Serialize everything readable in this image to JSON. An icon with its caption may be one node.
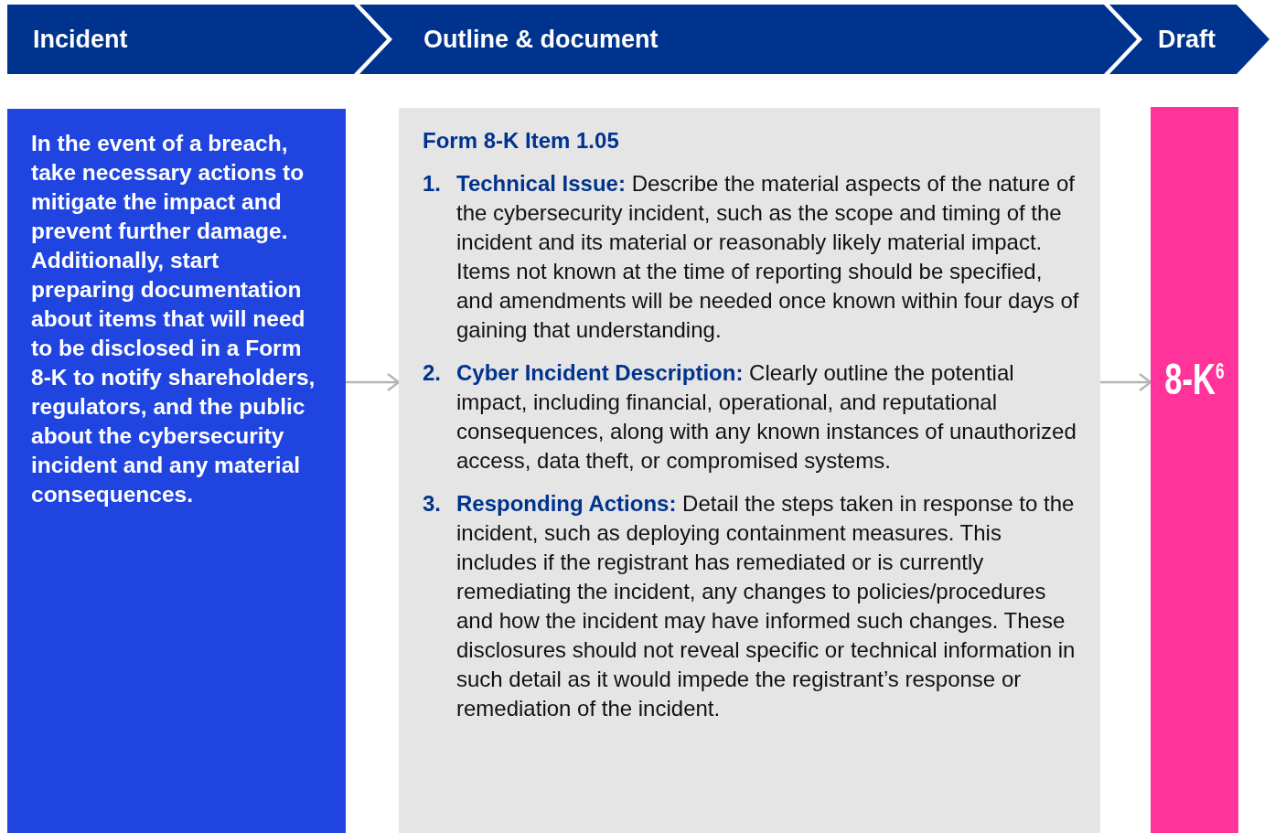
{
  "diagram": {
    "nodes": [
      {
        "text": [
          "Incident"
        ]
      },
      {
        "text": [
          "Outline & document"
        ]
      },
      {
        "text": [
          "Draft"
        ]
      },
      {
        "text": [
          "In the event of a breach, take necessary actions to mitigate the impact and prevent further damage. Additionally, start preparing documentation about items that will need to be disclosed in a Form 8-K to notify shareholders, regulators, and the public about the cybersecurity incident and any material consequences."
        ]
      },
      {
        "text": [
          "Form 8-K Item 1.05",
          "1. **Technical Issue:** Describe the material aspects of the nature of the cybersecurity incident, such as the scope and timing of the incident and its material or reasonably likely material impact. Items not known at the time of reporting should be specified, and amendments will be needed once known within four days of gaining that understanding.",
          "2. **Cyber Incident Description:** Clearly outline the potential impact, including financial, operational, and reputational consequences, along with any known instances of unauthorized access, data theft, or compromised systems.",
          "3. **Responding Actions:** Detail the steps taken in response to the incident, such as deploying containment measures. This includes if the registrant has remediated or is currently remediating the incident, any changes to policies/procedures and how the incident may have informed such changes. These disclosures should not reveal specific or technical information in such detail as it would impede the registrant’s response or remediation of the incident."
        ]
      },
      {
        "text": [
          "8-K$^{6}$"
        ]
      }
    ],
    "edges": [
      {
        "from": 3,
        "to": 4,
        "arrow": "to"
      },
      {
        "from": 4,
        "to": 5,
        "arrow": "to"
      }
    ]
  }
}
